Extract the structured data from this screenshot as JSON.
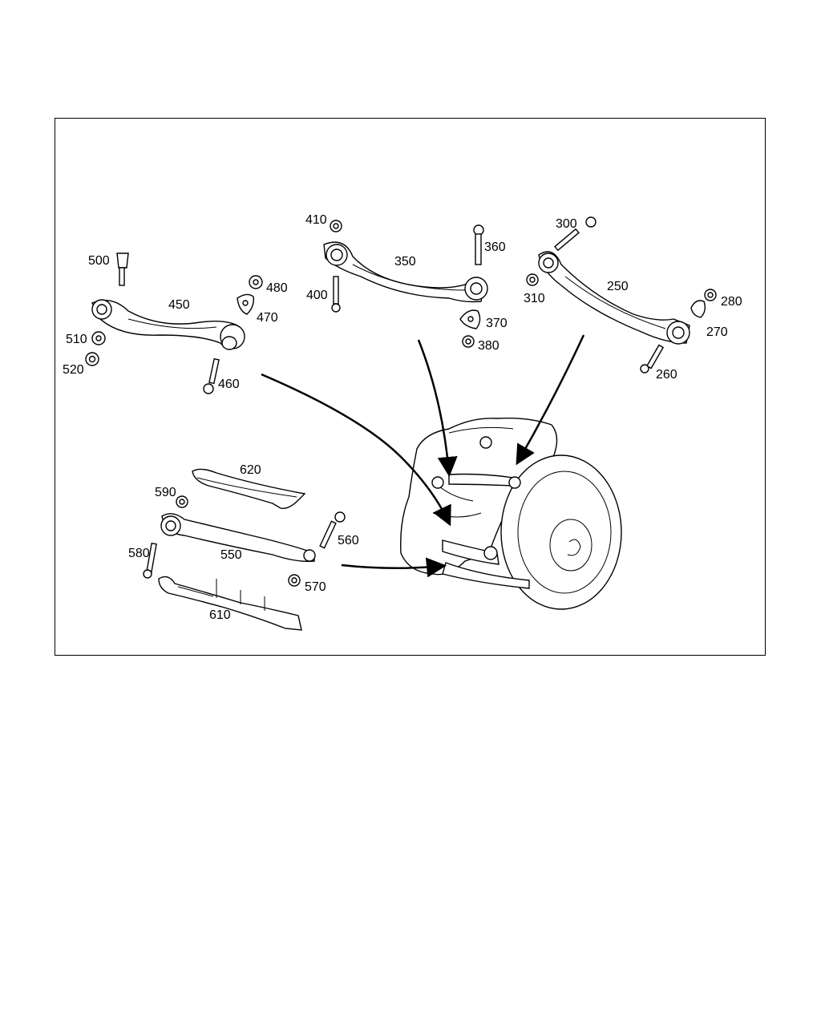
{
  "labels": {
    "p250": "250",
    "p260": "260",
    "p270": "270",
    "p280": "280",
    "p300": "300",
    "p310": "310",
    "p350": "350",
    "p360": "360",
    "p370": "370",
    "p380": "380",
    "p400": "400",
    "p410": "410",
    "p450": "450",
    "p460": "460",
    "p470": "470",
    "p480": "480",
    "p500": "500",
    "p510": "510",
    "p520": "520",
    "p550": "550",
    "p560": "560",
    "p570": "570",
    "p580": "580",
    "p590": "590",
    "p610": "610",
    "p620": "620"
  },
  "colors": {
    "line": "#000000",
    "background": "#ffffff"
  }
}
